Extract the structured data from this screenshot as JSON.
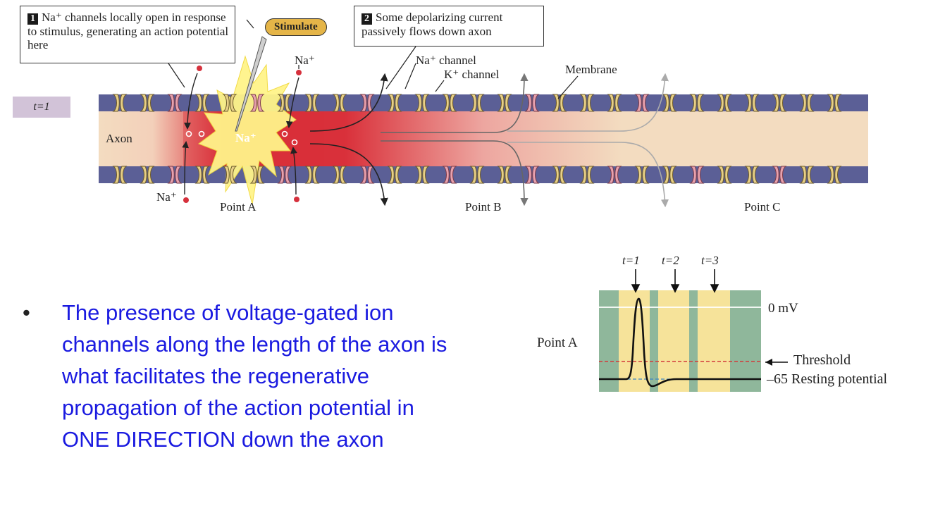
{
  "diagram": {
    "callout1": {
      "number": "1",
      "text": "Na⁺ channels locally open in response to stimulus, generating an action potential here"
    },
    "callout2": {
      "number": "2",
      "text": "Some depolarizing current passively flows down axon"
    },
    "stimulate_label": "Stimulate",
    "time_label": "t=1",
    "axon_label": "Axon",
    "na_inside_label": "Na⁺",
    "na_top_label": "Na⁺",
    "na_bottom_label": "Na⁺",
    "na_channel_label": "Na⁺ channel",
    "k_channel_label": "K⁺ channel",
    "membrane_label": "Membrane",
    "points": [
      "Point A",
      "Point B",
      "Point C"
    ]
  },
  "trace": {
    "time_markers": [
      "t=1",
      "t=2",
      "t=3"
    ],
    "row_label": "Point A",
    "zero_label": "0 mV",
    "threshold_label": "Threshold",
    "resting_label": "–65 Resting potential"
  },
  "bullet": {
    "text": "The presence of voltage-gated ion channels along the length of the axon is what facilitates the regenerative propagation of the action potential in ONE DIRECTION down the axon"
  },
  "colors": {
    "membrane": "#5b5f96",
    "axoplasm": "#f3dcc0",
    "depolarized": "#d9303a",
    "na_channel": "#e7a1ad",
    "k_channel": "#e7cf86",
    "trace_green": "#8fb79b",
    "trace_yellow": "#f6e39a",
    "text_blue": "#1a1ae0"
  }
}
